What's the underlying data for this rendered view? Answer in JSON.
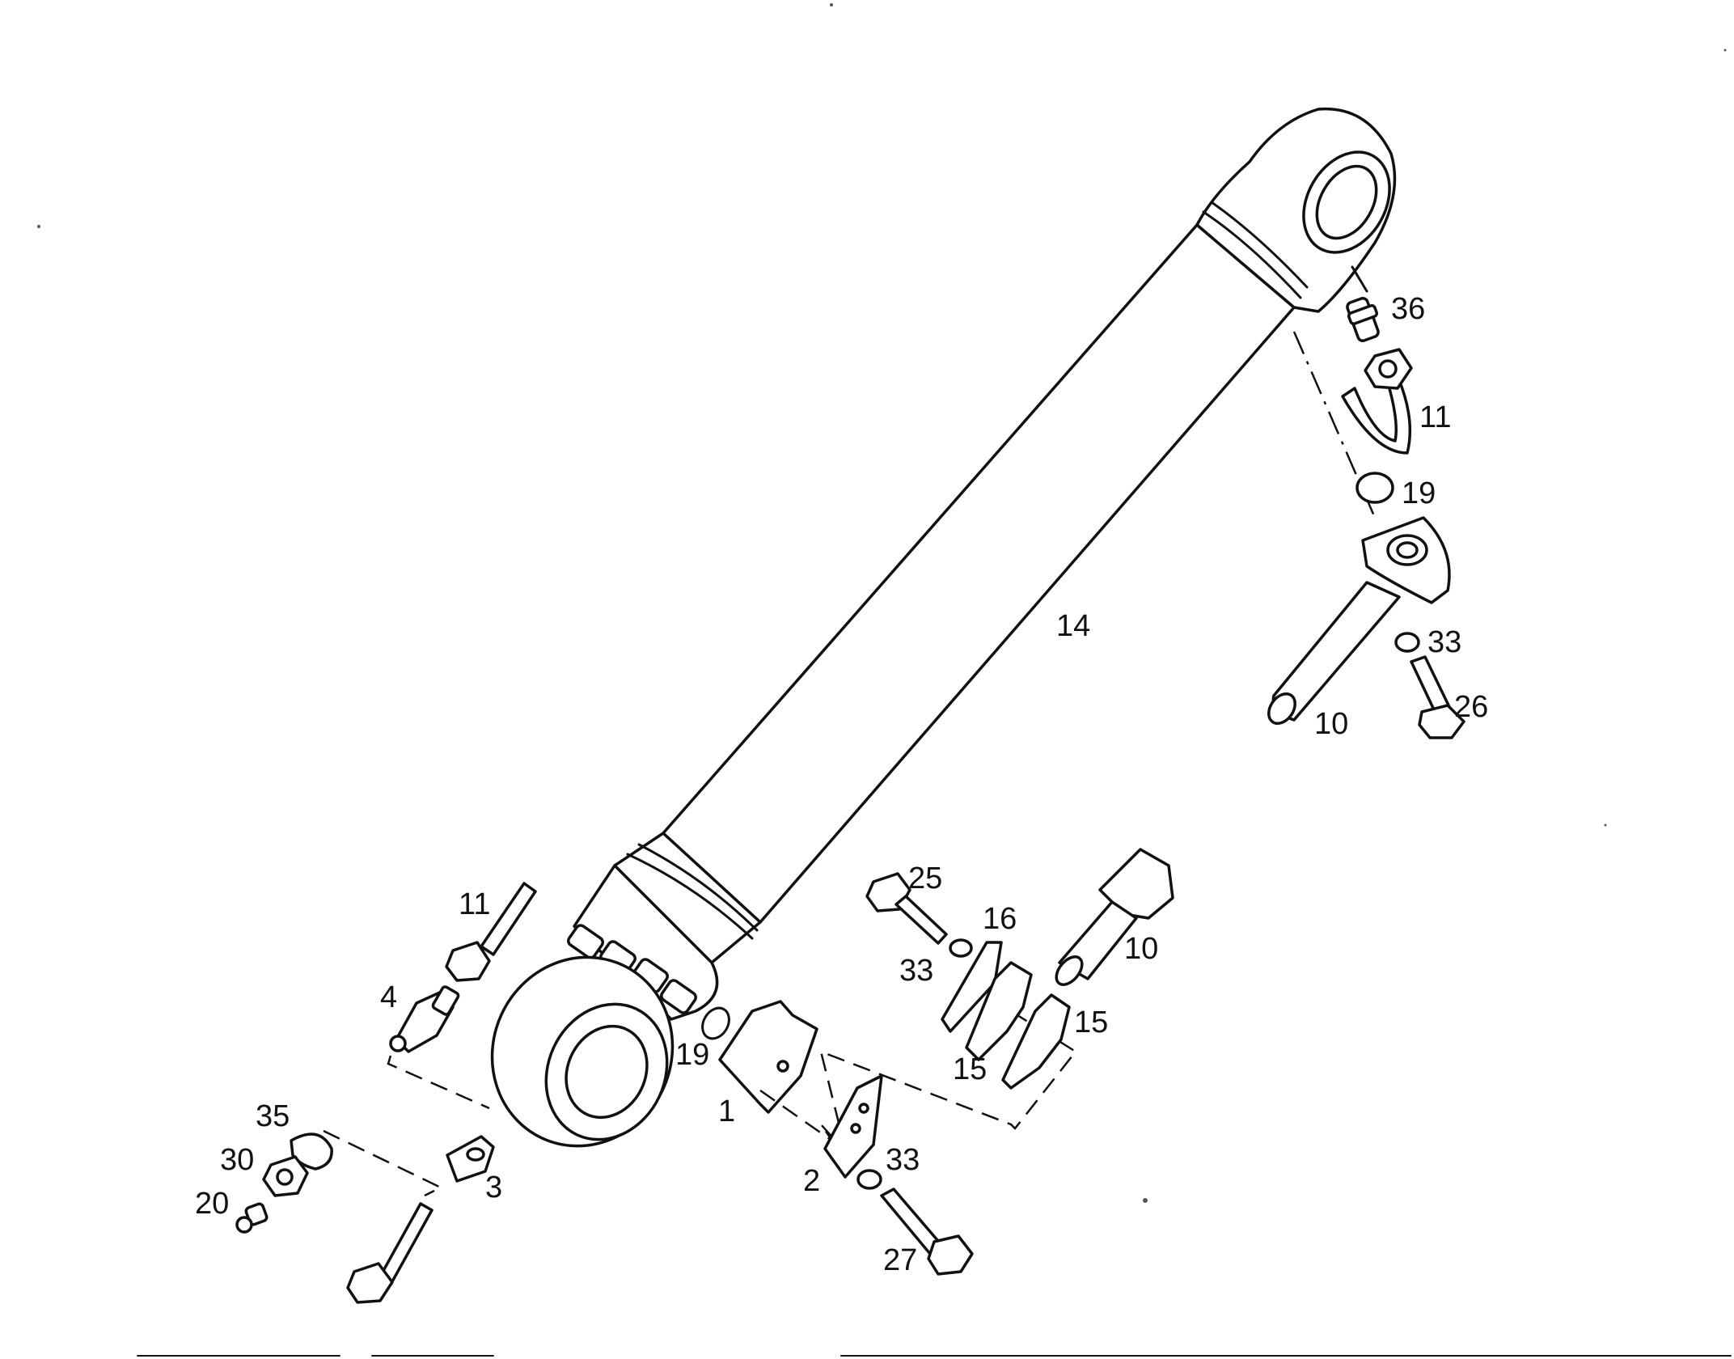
{
  "diagram": {
    "callouts": {
      "c1": "1",
      "c2": "2",
      "c3": "3",
      "c4": "4",
      "c10a": "10",
      "c10b": "10",
      "c11a": "11",
      "c11b": "11",
      "c14": "14",
      "c15a": "15",
      "c15b": "15",
      "c16": "16",
      "c19a": "19",
      "c19b": "19",
      "c20": "20",
      "c25": "25",
      "c26": "26",
      "c27": "27",
      "c30": "30",
      "c33a": "33",
      "c33b": "33",
      "c33c": "33",
      "c35": "35",
      "c36": "36"
    }
  }
}
